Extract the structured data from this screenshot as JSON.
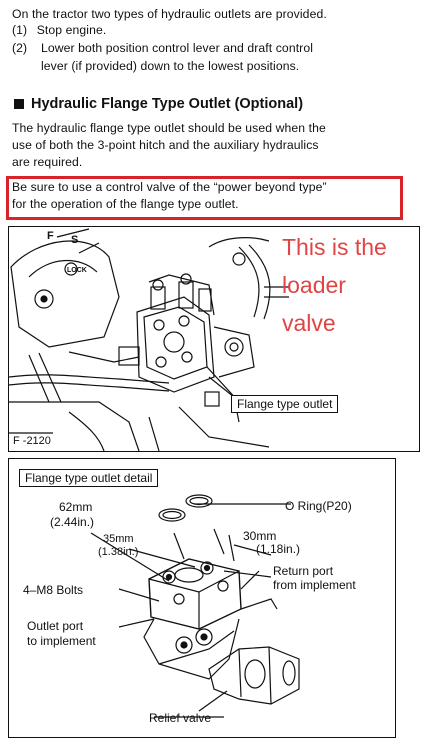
{
  "intro": {
    "line1": "On the tractor two types of hydraulic outlets are provided.",
    "step1_num": "(1)",
    "step1_text": "Stop engine.",
    "step2_num": "(2)",
    "step2_line1": "Lower both position control lever and draft control",
    "step2_line2": "lever (if provided) down to the lowest positions."
  },
  "section": {
    "title": "Hydraulic Flange Type Outlet (Optional)",
    "para_line1": "The hydraulic flange type outlet should be used when the",
    "para_line2": "use of both the 3-point hitch and the auxiliary hydraulics",
    "para_line3": "are required.",
    "warn_line1": "Be sure to use a control valve of the “power beyond type”",
    "warn_line2": "for the operation of the flange type outlet."
  },
  "figure1": {
    "label_flange": "Flange type outlet",
    "fig_id": "F -2120",
    "lever_marks": [
      "F",
      "S",
      "LOCK"
    ],
    "annotation_line1": "This is the",
    "annotation_line2": "loader",
    "annotation_line3": "valve",
    "annotation_color": "#e04545"
  },
  "figure2": {
    "title": "Flange type outlet detail",
    "dim_62_mm": "62mm",
    "dim_62_in": "(2.44in.)",
    "dim_35_mm": "35mm",
    "dim_35_in": "(1.38in.)",
    "dim_30_mm": "30mm",
    "dim_30_in": "(1.18in.)",
    "oring": "O Ring(P20)",
    "return_line1": "Return port",
    "return_line2": "from implement",
    "bolts": "4–M8 Bolts",
    "outlet_line1": "Outlet port",
    "outlet_line2": "to implement",
    "relief": "Relief valve"
  },
  "colors": {
    "highlight_box": "#d8232a",
    "text": "#111111"
  }
}
